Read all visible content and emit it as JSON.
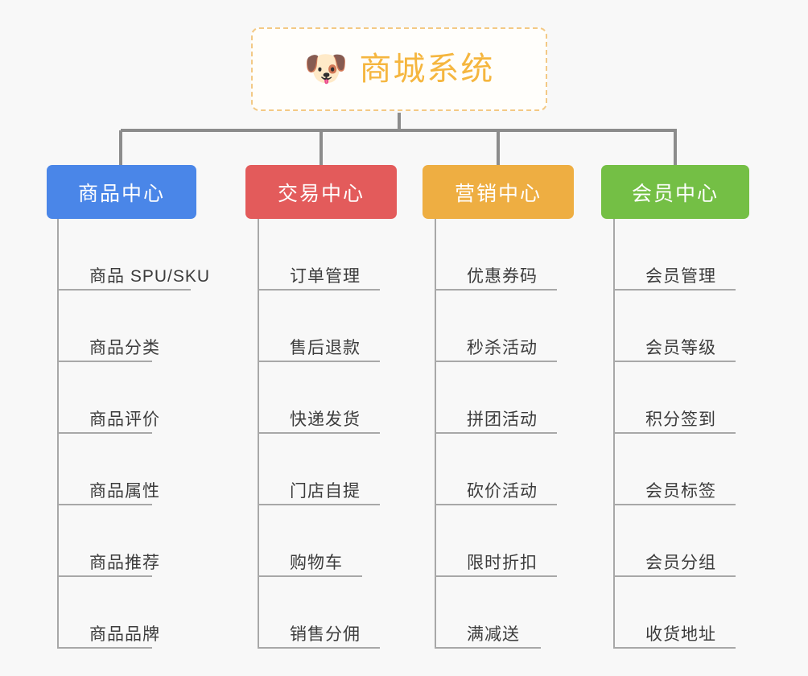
{
  "background_color": "#f8f8f8",
  "root": {
    "icon": "dog-face-emoji",
    "icon_glyph": "🐶",
    "title": "商城系统",
    "text_color": "#f5b63f",
    "border_color": "#f3c985",
    "border_style": "dashed",
    "fill_color": "#fffefb"
  },
  "connector_color": "#8c8c8c",
  "leaf_line_color": "#a8a8a8",
  "leaf_text_color": "#3c3c3c",
  "columns": [
    {
      "title": "商品中心",
      "color": "#4a86e8",
      "items": [
        {
          "label": "商品 SPU/SKU"
        },
        {
          "label": "商品分类"
        },
        {
          "label": "商品评价"
        },
        {
          "label": "商品属性"
        },
        {
          "label": "商品推荐"
        },
        {
          "label": "商品品牌"
        }
      ]
    },
    {
      "title": "交易中心",
      "color": "#e35b5b",
      "items": [
        {
          "label": "订单管理"
        },
        {
          "label": "售后退款"
        },
        {
          "label": "快递发货"
        },
        {
          "label": "门店自提"
        },
        {
          "label": "购物车"
        },
        {
          "label": "销售分佣"
        }
      ]
    },
    {
      "title": "营销中心",
      "color": "#eeae42",
      "items": [
        {
          "label": "优惠券码"
        },
        {
          "label": "秒杀活动"
        },
        {
          "label": "拼团活动"
        },
        {
          "label": "砍价活动"
        },
        {
          "label": "限时折扣"
        },
        {
          "label": "满减送"
        }
      ]
    },
    {
      "title": "会员中心",
      "color": "#74bf45",
      "items": [
        {
          "label": "会员管理"
        },
        {
          "label": "会员等级"
        },
        {
          "label": "积分签到"
        },
        {
          "label": "会员标签"
        },
        {
          "label": "会员分组"
        },
        {
          "label": "收货地址"
        }
      ]
    }
  ]
}
